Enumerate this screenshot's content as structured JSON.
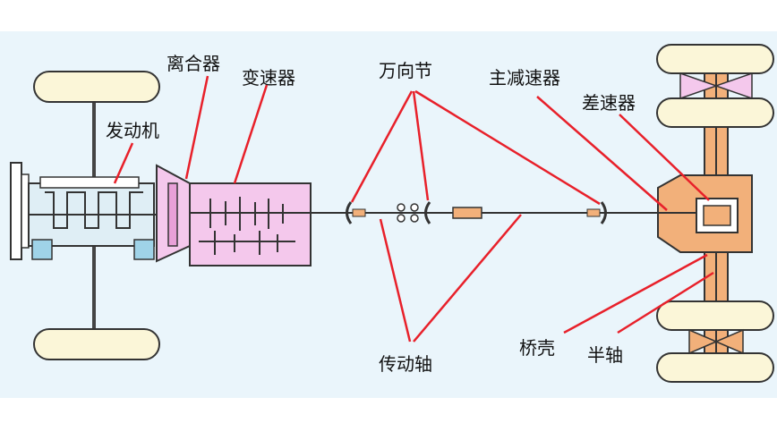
{
  "labels": {
    "clutch": "离合器",
    "transmission": "变速器",
    "engine": "发动机",
    "universal_joint": "万向节",
    "final_drive": "主减速器",
    "differential": "差速器",
    "drive_shaft": "传动轴",
    "axle_housing": "桥壳",
    "half_shaft": "半轴"
  },
  "colors": {
    "background_panel": "#eaf5fb",
    "leader_line": "#e8202a",
    "wheel_fill": "#fbf6d8",
    "engine_fill": "#dfeef5",
    "gearbox_fill": "#f4c8ec",
    "axle_fill": "#f2b07a"
  }
}
